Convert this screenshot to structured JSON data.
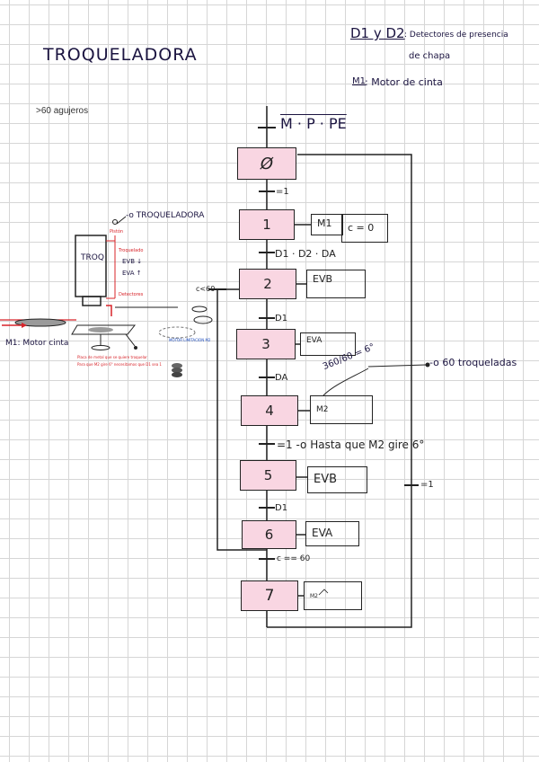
{
  "title": "TROQUELADORA",
  "note_top_left": ">60 agujeros",
  "legend": {
    "line1_key": "D1 y D2",
    "line1_text": ": Detectores de presencia",
    "line2_text": "de chapa",
    "line3_key": "M1",
    "line3_text": ": Motor de cinta"
  },
  "init_condition": "M · P · PE",
  "steps": [
    {
      "label": "Ø"
    },
    {
      "label": "1"
    },
    {
      "label": "2"
    },
    {
      "label": "3"
    },
    {
      "label": "4"
    },
    {
      "label": "5"
    },
    {
      "label": "6"
    },
    {
      "label": "7"
    }
  ],
  "actions": {
    "s1_a": "M1",
    "s1_b": "c = 0",
    "s2": "EVB",
    "s3": "EVA",
    "s4": "M2",
    "s5": "EVB",
    "s6": "EVA",
    "s7": "M2"
  },
  "transitions": {
    "t0": "=1",
    "t1": "D1 · D2 · DA",
    "t2": "D1",
    "t3": "DA",
    "t4": "=1  -o Hasta que M2 gire 6°",
    "t5": "D1",
    "t6": "c == 60",
    "loop_back": "c<60",
    "right_side": "=1"
  },
  "annotations": {
    "angle": "360/60 = 6°",
    "troqueladas": "-o 60 troqueladas"
  },
  "sketch": {
    "title": "-o TROQUELADORA",
    "machine_label": "TROQ",
    "evb": "EVB ↓",
    "eva": "EVA ↑",
    "motor": "M1: Motor cinta",
    "red_note_1": "Placa de metal que se quiere troquelar",
    "red_note_2": "Para que M2 gire 6° necesitamos que D1 sea 1",
    "blue_note": "MOTOR LIMITACION M2",
    "red_side_top": "Pistón",
    "red_side_mid": "Troquelado",
    "red_side_bot": "Detectores"
  }
}
